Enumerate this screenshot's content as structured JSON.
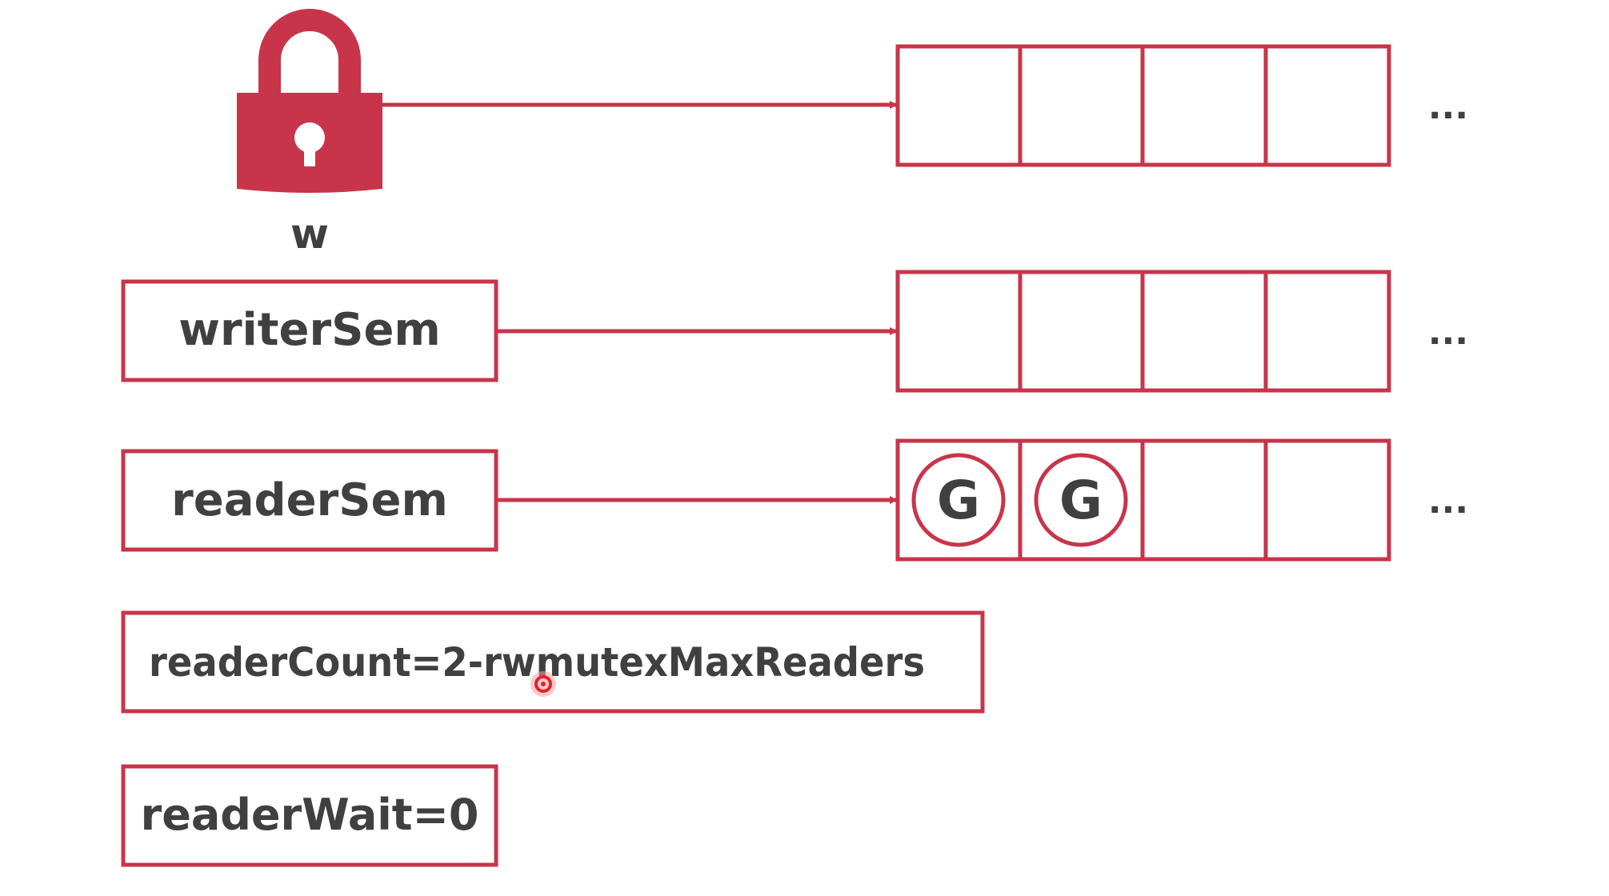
{
  "colors": {
    "accent": "#c8354b",
    "text": "#404040",
    "cursor": "#e8202a",
    "background": "#ffffff"
  },
  "lock": {
    "icon": "lock-icon",
    "label": "w"
  },
  "fields": {
    "writer_sem": "writerSem",
    "reader_sem": "readerSem",
    "reader_count": "readerCount=2-rwmutexMaxReaders",
    "reader_wait": "readerWait=0"
  },
  "queues": {
    "lock_queue": {
      "slots": [
        "",
        "",
        "",
        ""
      ],
      "more": "..."
    },
    "writer_queue": {
      "slots": [
        "",
        "",
        "",
        ""
      ],
      "more": "..."
    },
    "reader_queue": {
      "slots": [
        "G",
        "G",
        "",
        ""
      ],
      "more": "..."
    }
  },
  "cursor": {
    "icon": "cursor-dot-icon"
  }
}
